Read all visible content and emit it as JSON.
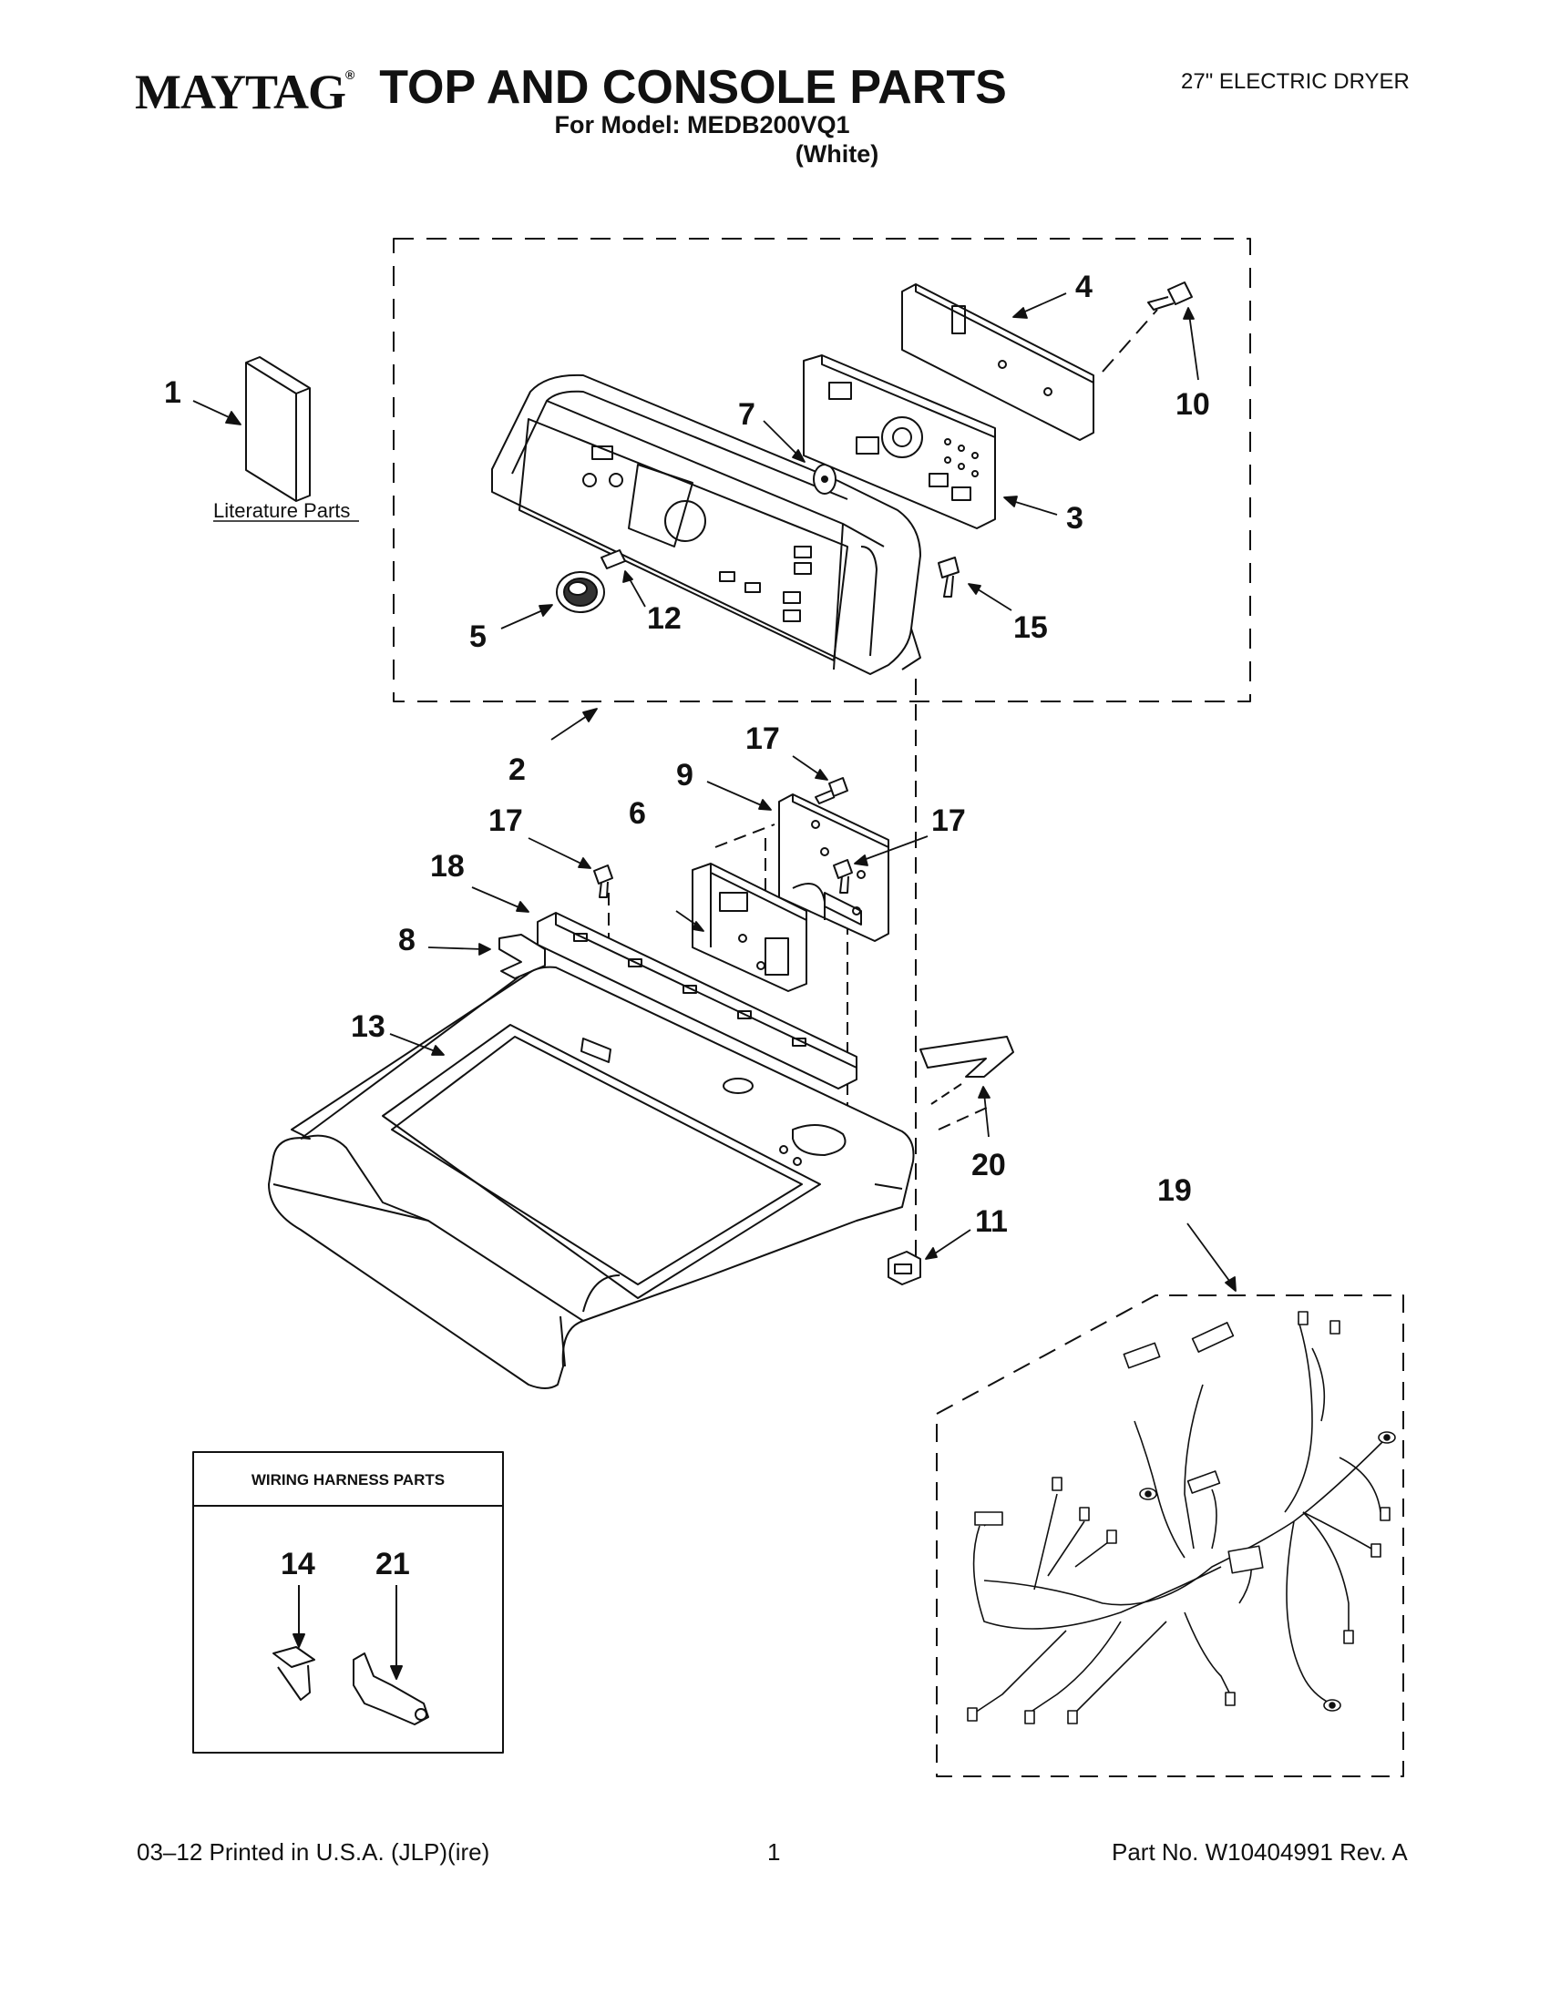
{
  "header": {
    "brand": "MAYTAG",
    "trademark": "®",
    "title": "TOP AND CONSOLE PARTS",
    "model_line": "For Model: MEDB200VQ1",
    "color": "(White)",
    "product": "27\" ELECTRIC DRYER"
  },
  "diagram": {
    "literature_label": "Literature Parts",
    "wiring_box_title": "WIRING HARNESS PARTS",
    "callouts": {
      "c1": "1",
      "c2": "2",
      "c3": "3",
      "c4": "4",
      "c5": "5",
      "c6": "6",
      "c7": "7",
      "c8": "8",
      "c9": "9",
      "c10": "10",
      "c11": "11",
      "c12": "12",
      "c13": "13",
      "c14": "14",
      "c15": "15",
      "c17a": "17",
      "c17b": "17",
      "c17c": "17",
      "c18": "18",
      "c19": "19",
      "c20": "20",
      "c21": "21"
    }
  },
  "footer": {
    "left": "03–12  Printed in U.S.A. (JLP)(ire)",
    "page": "1",
    "part_no": "Part No. W10404991 Rev. A"
  }
}
